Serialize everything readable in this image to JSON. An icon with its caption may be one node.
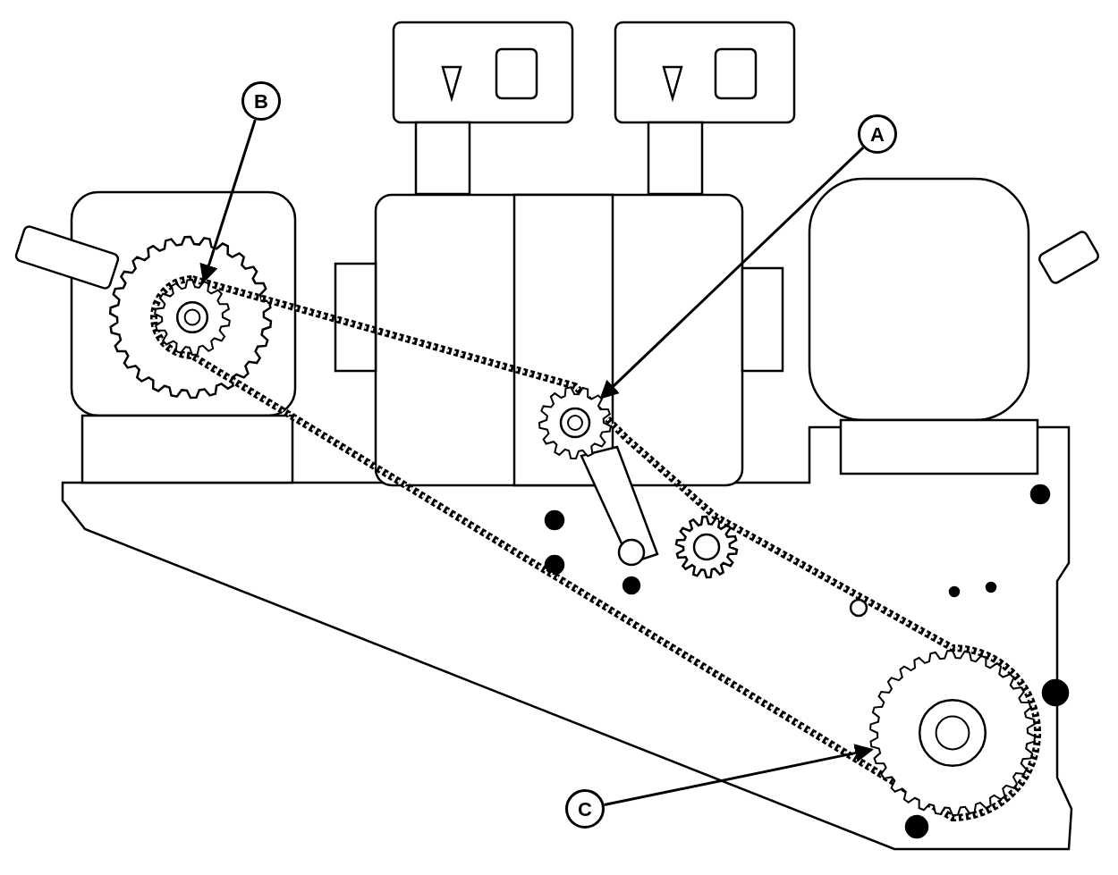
{
  "diagram": {
    "nodes": [
      {
        "text": [
          "B"
        ]
      },
      {
        "text": [
          "A"
        ]
      },
      {
        "text": [
          "C"
        ]
      },
      {
        "text": [],
        "shape": "picture"
      },
      {
        "text": [],
        "shape": "picture"
      },
      {
        "text": [],
        "shape": "picture"
      }
    ],
    "edges": [
      {
        "from": 0,
        "to": 3,
        "arrow": "to"
      },
      {
        "from": 1,
        "to": 4,
        "arrow": "to"
      },
      {
        "from": 2,
        "to": 5,
        "arrow": "to"
      }
    ]
  }
}
